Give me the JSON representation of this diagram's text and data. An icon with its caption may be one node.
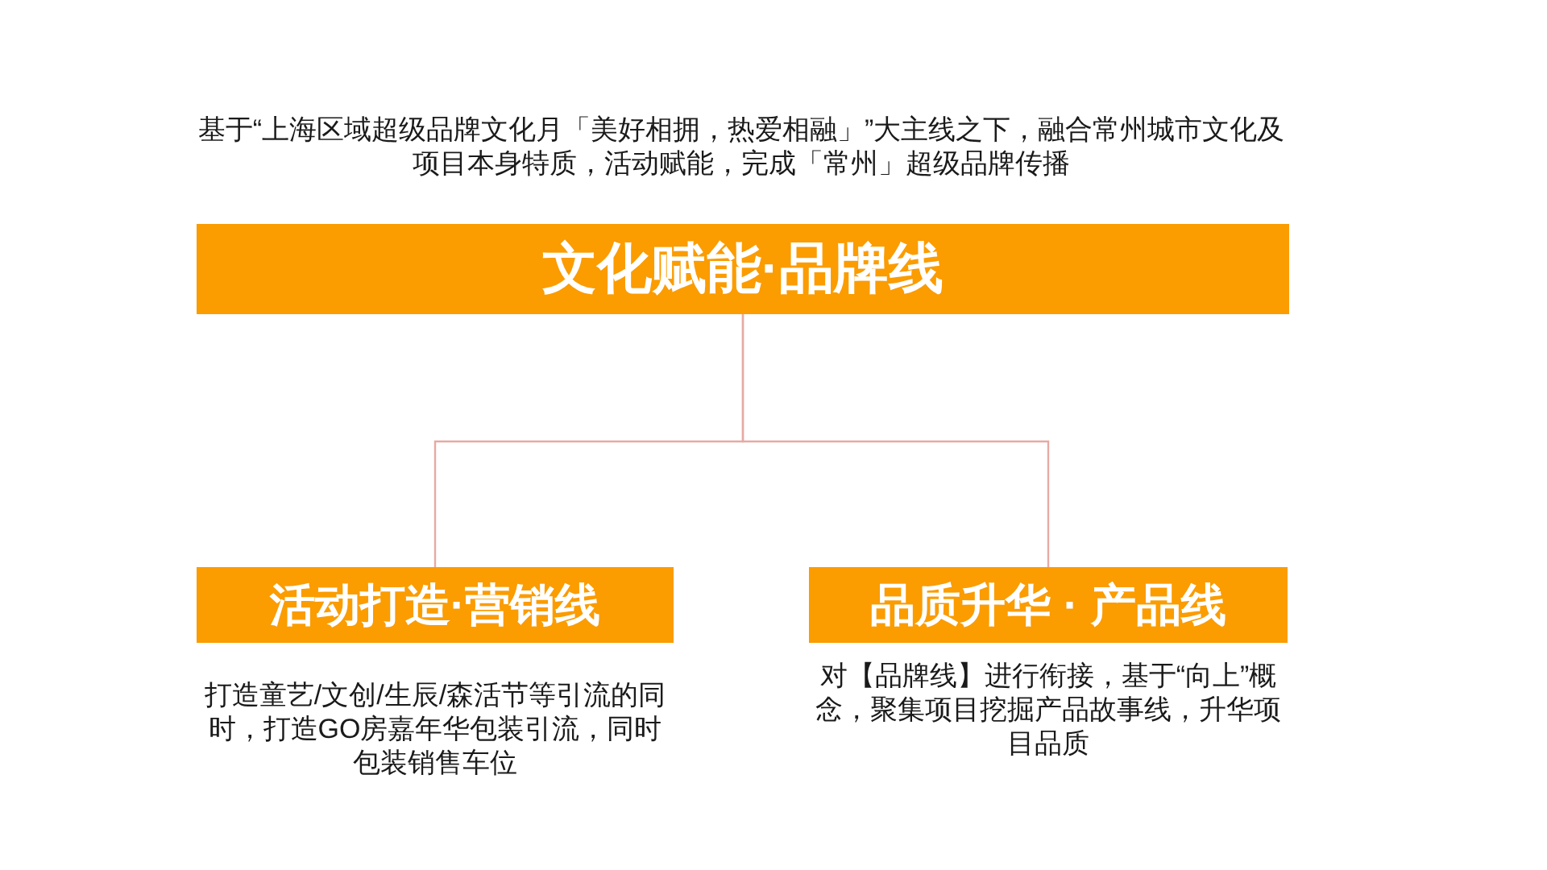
{
  "diagram": {
    "nodes": [
      {
        "text": [
          "文化赋能·品牌线"
        ],
        "beside": [
          "基于“上海区域超级品牌文化月「美好相拥，热爱相融」”大主线之下，融合常州城市文化及项目本身特质，活动赋能，完成「常州」超级品牌传播"
        ]
      },
      {
        "text": [
          "活动打造·营销线"
        ],
        "beside": [
          "打造童艺/文创/生辰/森活节等引流的同时，打造GO房嘉年华包装引流，同时包装销售车位"
        ]
      },
      {
        "text": [
          "品质升华 · 产品线"
        ],
        "beside": [
          "对【品牌线】进行衔接，基于“向上”概念，聚集项目挖掘产品故事线，升华项目品质"
        ]
      }
    ],
    "edges": [
      {
        "from": 0,
        "to": 1,
        "arrow": "none"
      },
      {
        "from": 0,
        "to": 2,
        "arrow": "none"
      }
    ]
  }
}
